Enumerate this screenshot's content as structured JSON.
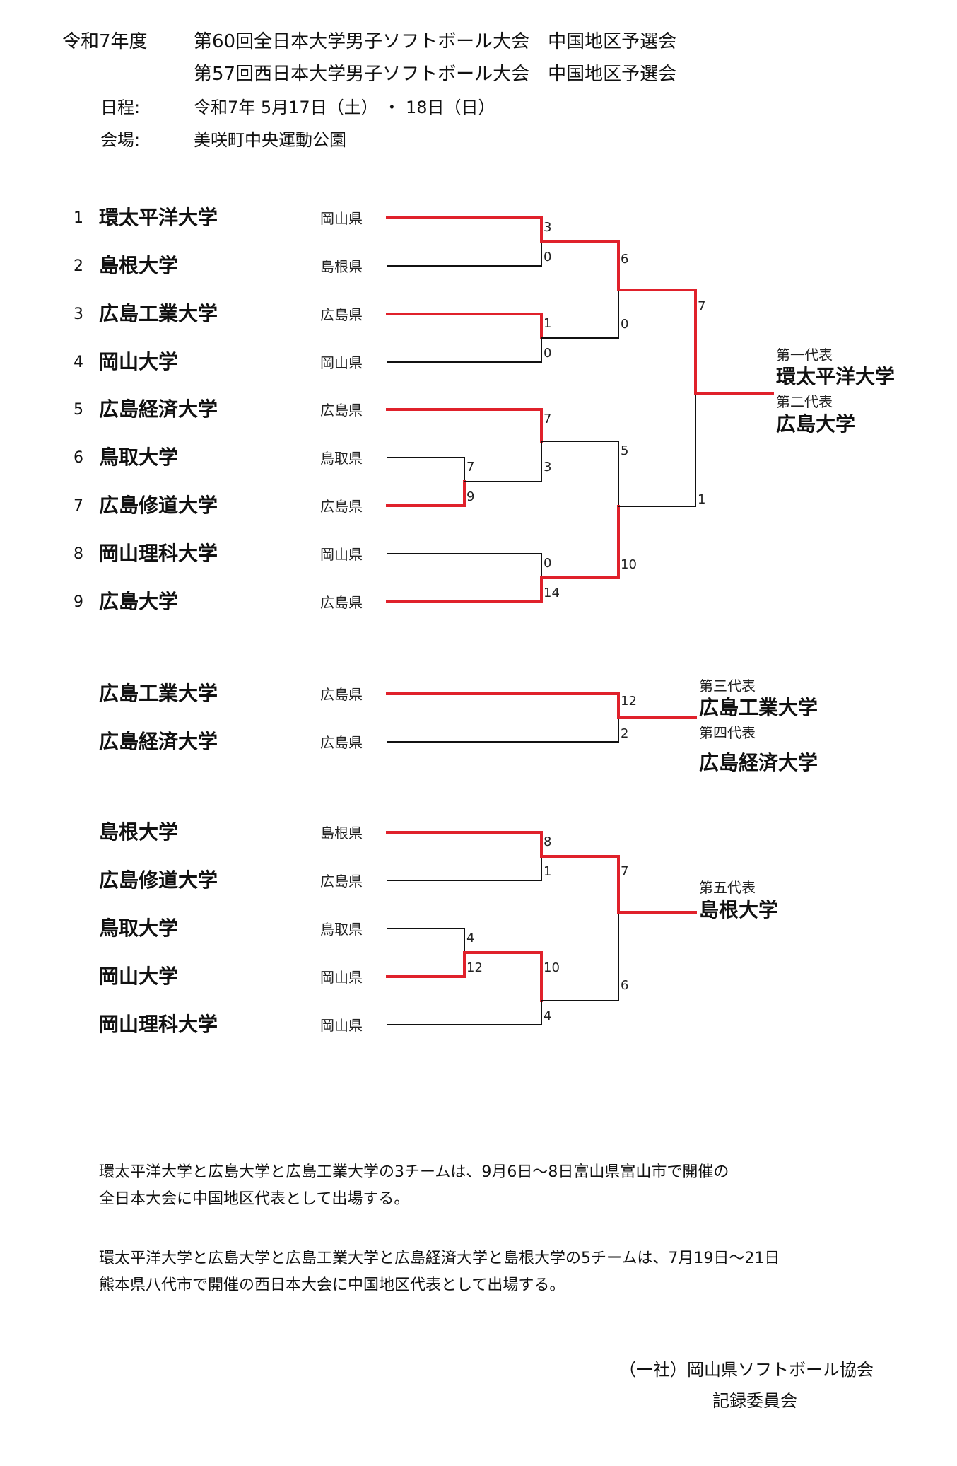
{
  "header": {
    "year": "令和7年度",
    "title1": "第60回全日本大学男子ソフトボール大会　中国地区予選会",
    "title2": "第57回西日本大学男子ソフトボール大会　中国地区予選会",
    "schedule_label": "日程:",
    "schedule_value": "令和7年 5月17日（土） ・ 18日（日）",
    "venue_label": "会場:",
    "venue_value": "美咲町中央運動公園"
  },
  "bracket1": {
    "teams": [
      {
        "seed": "1",
        "name": "環太平洋大学",
        "pref": "岡山県"
      },
      {
        "seed": "2",
        "name": "島根大学",
        "pref": "島根県"
      },
      {
        "seed": "3",
        "name": "広島工業大学",
        "pref": "広島県"
      },
      {
        "seed": "4",
        "name": "岡山大学",
        "pref": "岡山県"
      },
      {
        "seed": "5",
        "name": "広島経済大学",
        "pref": "広島県"
      },
      {
        "seed": "6",
        "name": "鳥取大学",
        "pref": "鳥取県"
      },
      {
        "seed": "7",
        "name": "広島修道大学",
        "pref": "広島県"
      },
      {
        "seed": "8",
        "name": "岡山理科大学",
        "pref": "岡山県"
      },
      {
        "seed": "9",
        "name": "広島大学",
        "pref": "広島県"
      }
    ],
    "scores": {
      "m1a": "3",
      "m1b": "0",
      "m2a": "1",
      "m2b": "0",
      "m3a": "7",
      "m3b": "9",
      "m4a": "7",
      "m4b": "3",
      "m5a": "0",
      "m5b": "14",
      "sf1a": "6",
      "sf1b": "0",
      "sf2a": "5",
      "sf2b": "10",
      "fa": "7",
      "fb": "1"
    },
    "rep1_label": "第一代表",
    "rep1_team": "環太平洋大学",
    "rep2_label": "第二代表",
    "rep2_team": "広島大学"
  },
  "bracket2": {
    "teams": [
      {
        "name": "広島工業大学",
        "pref": "広島県"
      },
      {
        "name": "広島経済大学",
        "pref": "広島県"
      }
    ],
    "scores": {
      "a": "12",
      "b": "2"
    },
    "rep3_label": "第三代表",
    "rep3_team": "広島工業大学",
    "rep4_label": "第四代表",
    "rep4_team": "広島経済大学"
  },
  "bracket3": {
    "teams": [
      {
        "name": "島根大学",
        "pref": "島根県"
      },
      {
        "name": "広島修道大学",
        "pref": "広島県"
      },
      {
        "name": "鳥取大学",
        "pref": "鳥取県"
      },
      {
        "name": "岡山大学",
        "pref": "岡山県"
      },
      {
        "name": "岡山理科大学",
        "pref": "岡山県"
      }
    ],
    "scores": {
      "m1a": "8",
      "m1b": "1",
      "m2a": "4",
      "m2b": "12",
      "m3a": "10",
      "m3b": "4",
      "fa": "7",
      "fb": "6"
    },
    "rep5_label": "第五代表",
    "rep5_team": "島根大学"
  },
  "notes": {
    "p1_line1": "環太平洋大学と広島大学と広島工業大学の3チームは、9月6日～8日富山県富山市で開催の",
    "p1_line2": "全日本大会に中国地区代表として出場する。",
    "p2_line1": "環太平洋大学と広島大学と広島工業大学と広島経済大学と島根大学の5チームは、7月19日～21日",
    "p2_line2": "熊本県八代市で開催の西日本大会に中国地区代表として出場する。"
  },
  "footer": {
    "org": "（一社）岡山県ソフトボール協会",
    "committee": "記録委員会"
  },
  "colors": {
    "win": "#e0212b",
    "lose": "#111111"
  }
}
